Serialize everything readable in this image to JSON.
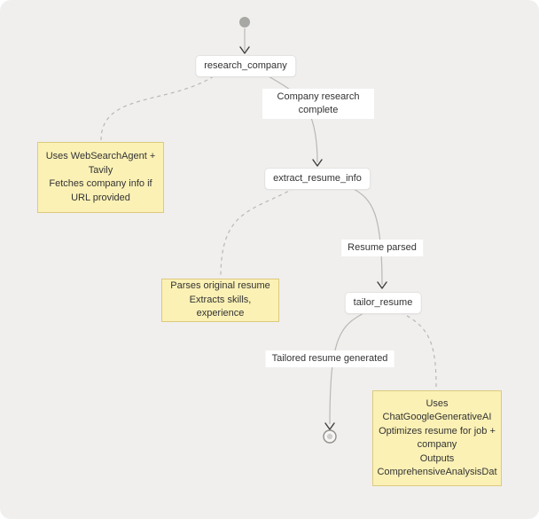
{
  "colors": {
    "background": "#F0EFED",
    "node_fill": "#FFFFFF",
    "node_border": "#E3E2E0",
    "note_fill": "#FBF1B5",
    "note_border": "#DCC97E",
    "edge": "#B9B8B5",
    "arrow": "#3E3E3E",
    "start_dot": "#A7A7A3",
    "text": "#333333"
  },
  "diagram": {
    "nodes": {
      "research": {
        "label": "research_company"
      },
      "extract": {
        "label": "extract_resume_info"
      },
      "tailor": {
        "label": "tailor_resume"
      }
    },
    "edge_labels": {
      "company_research": "Company research\ncomplete",
      "resume_parsed": "Resume parsed",
      "tailored_resume": "Tailored resume generated"
    },
    "notes": {
      "research": "Uses WebSearchAgent +\nTavily\nFetches company info if\nURL provided",
      "extract": "Parses original resume\nExtracts skills, experience",
      "tailor": "Uses\nChatGoogleGenerativeAI\nOptimizes resume for job +\ncompany\nOutputs\nComprehensiveAnalysisDat"
    }
  }
}
